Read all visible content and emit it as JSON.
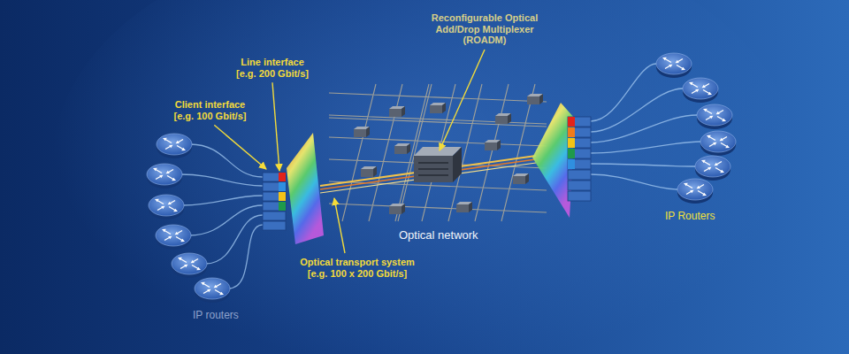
{
  "diagram": {
    "labels": [
      "Reconfigurable Optical Add/Drop Multiplexer (ROADM)",
      "Line interface [e.g. 200 Gbit/s]",
      "Client interface [e.g. 100 Gbit/s]",
      "Optical network",
      "IP Routers",
      "Optical transport system [e.g. 100 x 200 Gbit/s]",
      "IP routers"
    ]
  }
}
